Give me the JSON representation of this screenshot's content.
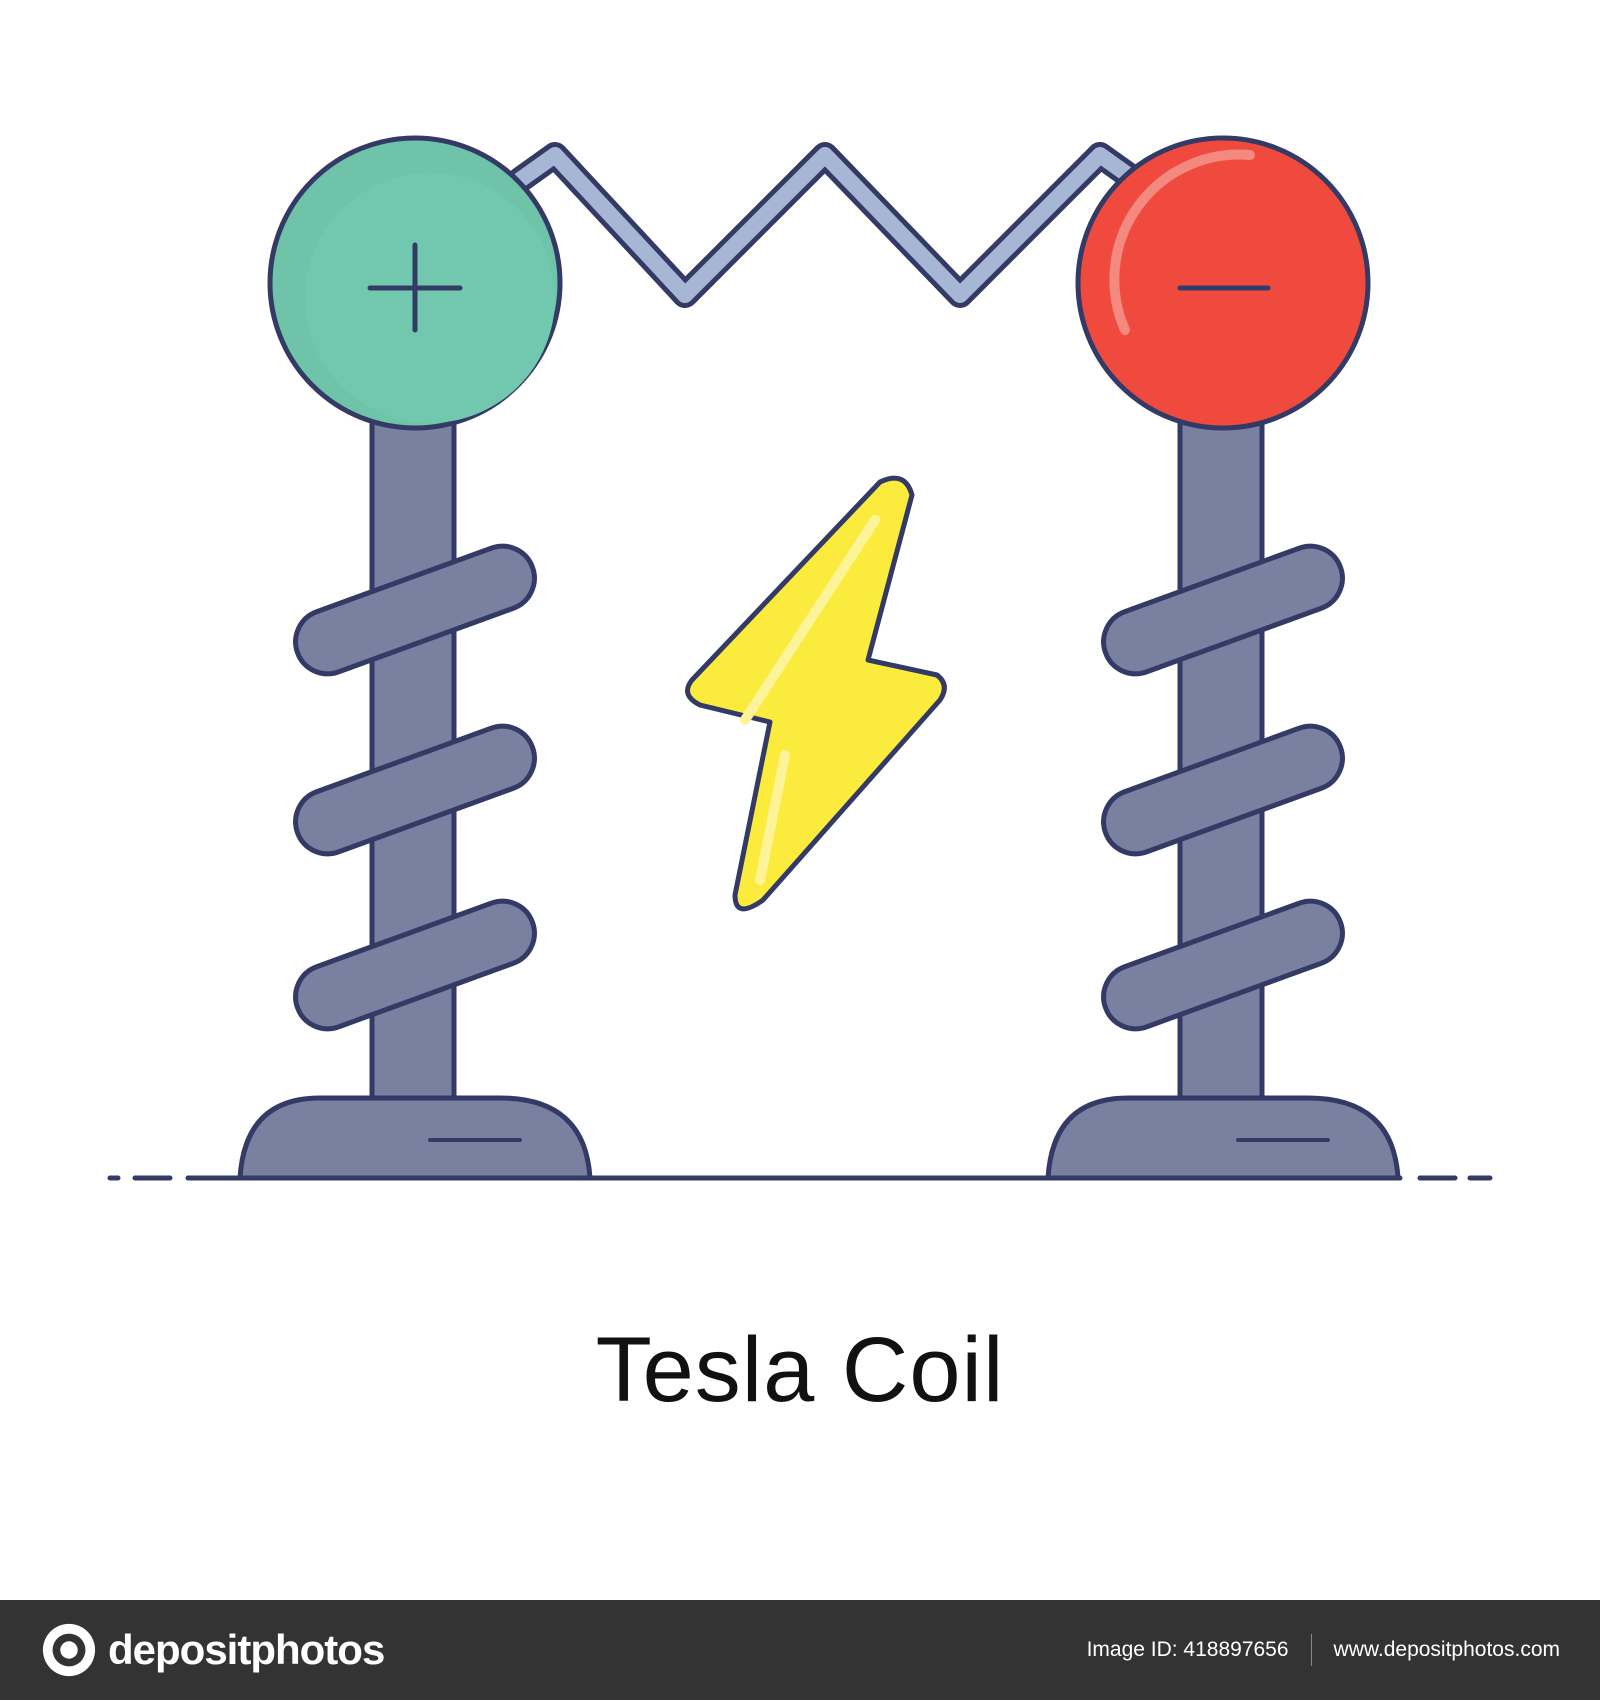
{
  "illustration": {
    "title": "Tesla Coil",
    "left_terminal_symbol": "+",
    "right_terminal_symbol": "−",
    "icons": [
      "positive-terminal-icon",
      "negative-terminal-icon",
      "zigzag-arc-icon",
      "lightning-bolt-icon",
      "coil-icon"
    ],
    "colors": {
      "positive": "#6ec3a9",
      "negative": "#f04a3e",
      "coil": "#7a80a0",
      "outline": "#333a66",
      "wire": "#a7b6d4",
      "bolt": "#fbeb3c"
    }
  },
  "watermark": {
    "text": "depositphotos"
  },
  "footer": {
    "brand": "depositphotos",
    "image_id": "Image ID: 418897656",
    "url": "www.depositphotos.com"
  }
}
